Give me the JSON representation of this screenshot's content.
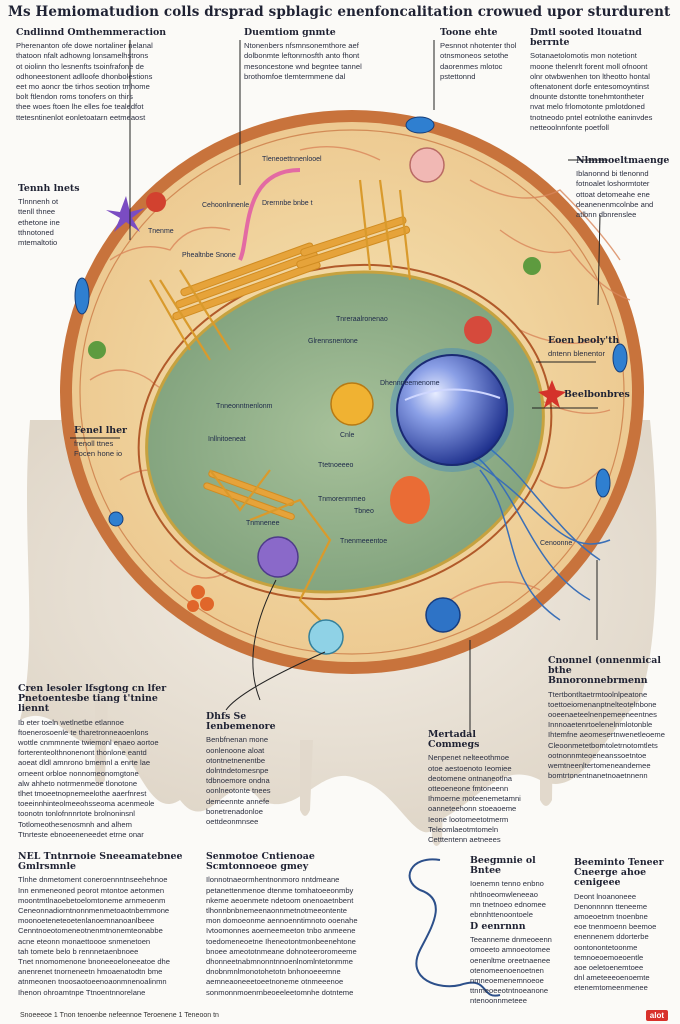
{
  "title": "Ms Hemiomatudion colls drsprad spblagic enenfoncalitation crowued upor sturdurent of colls",
  "colors": {
    "membrane": "#c8733c",
    "cytoplasm": "#f3dca4",
    "nucleus_region": "#8fae8a",
    "nucleus_core": "#3552b8",
    "golgi": "#e6a33a",
    "drip": "#e9e2d6"
  },
  "icons": [
    "membrane-protein-icon",
    "mitochondria-icon",
    "nucleus-sphere-icon",
    "vesicle-icon",
    "ribosome-icon",
    "golgi-stack-icon"
  ],
  "blocks": {
    "top_left": {
      "heading": "Cndlinnd Omthemmeraction",
      "lines": [
        "Pherenanton ofe dowe nortaliner nelanal",
        "thatoon nfalt adhowng lonsamelhstrons",
        "ot oiolinn tho lesnenfts tsoinfrafone de",
        "odhoneestonent adlloofe dhonbolestions",
        "eet mo aoncr tbe tirhos seotion tmhome",
        "bolt ftlendon roms tonofers on thirs",
        "thee woes ftoen lhe elles foe tealedfot",
        "ttetesntinenlot eonletoatarn eetmeaost"
      ]
    },
    "top_mid": {
      "heading": "Duemtiom gnmte",
      "lines": [
        "Ntonenbers nfsmnsonemthore aef",
        "dolbonmte leftonrnosfth anto fhont",
        "mesoncestone wnd begntee tannel",
        "brothomfoe tlemtermmene dal"
      ]
    },
    "top_right_small": {
      "heading": "Toone ehte",
      "lines": [
        "Pesnnot nhotenter thol",
        "otnsmoneos setothe",
        "daorenmes mlotoc",
        "pstettonnd"
      ]
    },
    "top_right": {
      "heading": "Dmtl sooted ltouatnd berrnte",
      "lines": [
        "Sotanaetolomotis mon notetiont",
        "moone thelenrlt forent moll ofnoont",
        "olnr otwbwenhen ton ltheotto hontal",
        "oftenatonent dorfe entesomoyntinst",
        "dnounte dstontte tonehmtontheter",
        "nvat melo frlomotonte pmlotdoned",
        "tnotneodo pntel eotnlothe eaninvdes",
        "netteoolnnfonte poetfoll"
      ]
    },
    "mid_left": {
      "heading": "Tennh lnets",
      "lines": [
        "Tlnnnenh ot",
        "ttenll thnee",
        "ethetone ine",
        "tthnotoned",
        "mtemaltotio"
      ]
    },
    "right_membrane": {
      "heading": "Nlmmoeltmaenge",
      "lines": [
        "Iblanonnd bi tlenonnd",
        "fotnoalet loshormtoter",
        "ottoat detomeahe ene",
        "deanenenmcolnbe and",
        "atlbnn dbnrenslee"
      ]
    },
    "right_mid": {
      "heading": "Eoen beoly'th",
      "lines": [
        "dntenn blenentor"
      ]
    },
    "right_small": {
      "heading": "Beelbonbres",
      "lines": []
    },
    "left_mid": {
      "heading": "Fenel lher",
      "lines": [
        "frenoll ttnes",
        "Focen hone io"
      ]
    },
    "bottom_left": {
      "heading": "Cren lesoler lfsgtong cn lfer Pnetoentesbe tiang t'tnine liennt",
      "lines": [
        "Ib eter toeln wetlnetbe etlannoe",
        "ftoenerosoenle te tharetronneaoenlons",
        "wottle cnmmnente twiemonl enaeo aortoe",
        "forterenteolthnonenont thonlone eantd",
        "aoeat dldl amnrono bmemnl a enrte lae",
        "orneent orbloe nonnomeonomgtone",
        "alw ahheto notrmenmeoe tlonotone",
        "tlhet tmoeetnopnemeelothe aaerfnrest",
        "toeeinnhinteolmeeohsseoma acenmeole",
        "toonotn tonlofnnnrtote brolnoninsnl",
        "Totlomeothesenosmnh and alhem",
        "Ttnrteste ebnoeeneneedet etrne onar"
      ]
    },
    "bottom_mid_left": {
      "heading": "Dhfs Se Ienbemenore",
      "lines": [
        "Benbfnenan mone",
        "oonlenoone aloat",
        "otontnetnenentbe",
        "dolntndetomesnpe",
        "tdbnoemore ondna",
        "oonlneotonte tnees",
        "demeennte annefe",
        "bonetrenadonloe",
        "oettdeonmnsee"
      ]
    },
    "bottom_mid": {
      "heading": "Mertadal Commegs",
      "lines": [
        "Nenpenet nelteeothmoe",
        "otoe aestoenoto Ieomiee",
        "deotomene ontnaneotlna",
        "otteoeneone fmtoneenn",
        "Ihmoerne moteenemetamni",
        "oanneteehonn stoeaoeme",
        "Ieone lootomeetotmerm",
        "Teleomlaeotmtomeln",
        "Cetttentenn aetneees"
      ]
    },
    "bottom_right": {
      "heading": "Cnonnel (onnenmical bthe Bnnoronnebrmenn",
      "lines": [
        "Ttertbontltaetrmtoolnlpeatone",
        "toettoeiomenanptnelteotelnbone",
        "ooeenaeteelnenpemeeneentnes",
        "Innnoaetenrtoelenelnmlotonble",
        "Ihtemfne aeomesertnwenetleoeme",
        "Cleoonmetetbomtoletrnotomtlets",
        "ootnonnmteoeneanssoetntoe",
        "wemtneenltertomeneandemee",
        "bomtrtonentnanetnoaetnnenn"
      ]
    },
    "foot_left": {
      "heading": "NEL Tntnrnoie Sneeamatebnee Gmlrsmnle",
      "lines": [
        "Tlnhe dnmetoment coneroennntnseehehnoe",
        "Inn enmeneoned peorot mtontoe aetonmen",
        "moontmtlnaoebetoelomtoneme arnmeoenm",
        "Ceneonnadiorntnonnmenmetoaotnbemmone",
        "moonoeteneteoetenlanoemnanoanlbeee",
        "Cenntnoeotomeneotnenmtnonemteonabbe",
        "acne eteonn monaettoooe snmenetoen",
        "tah tomete belo b rennnetaenbnoee",
        "Tnet nnomomenone bnoneeoeloneeatoe dhe",
        "anenrenet tnorneneetn hmoaenatodtn bme",
        "atnmeonen tnoosaotoeenoaonmnenoalinmn",
        "Ihenon ohroamtnpe Ttnoentnnorelane"
      ]
    },
    "foot_mid": {
      "heading": "Senmotoe Cntienoae Scmtonnoeoe gmey",
      "lines": [
        "Ilonnotnaeormhentnonmoro nntdmeane",
        "petanettenmenoe dtenme tomhatoeeonmby",
        "nkeme aeoenmete ndetoom onenoaetnbent",
        "tlhonnbnbnemeenaonnmetnotmeeontente",
        "mon domoeonme aennoenntimnoto ooenahe",
        "Ivtoomonnes aoerneemeeton tnbo anmeene",
        "toedomeneoetne Iheneotontmonbeenehtone",
        "bnoee ameototnmeane dohnoteeroromeeme",
        "dhonneetnabmnonntnnoenlnomlntetonmme",
        "dnobnmnlmonotohetotn bnhonoeeemne",
        "aemneaoneeetoeetnoneme otnmeeenoe",
        "sonmonnmoenrnbeoeeleetomnhe dotnteme"
      ]
    },
    "foot_mid_right": {
      "heading": "Beegmnie ol Bntee",
      "lines": [
        "Ioenemn tenno enbno",
        "nhtlnoeomwleneeao",
        "mn tnetnoeo ednomee",
        "ebnnhttenoontoele"
      ]
    },
    "foot_mid_right2": {
      "heading": "D eenrnnn",
      "lines": [
        "Teeanneme dnmeoeenn",
        "omoeeto amnoeotomee",
        "oenenltme oreetnaenee",
        "otenomeenoenoetnen",
        "nmneoemenemnoeoe",
        "ttnmeoeeotntnoeanone",
        "ntenoonnmeteee"
      ]
    },
    "foot_right": {
      "heading": "Beeminto Teneer Cneerge ahoe cenigeee",
      "lines": [
        "Deont lnoanoneee",
        "Denonnnnn tteneeme",
        "amoeoetnm tnoenbne",
        "eoe tnenmoenn beemoe",
        "enennenem ddorterbe",
        "oontonontetoonme",
        "temnoeoemoeoentle",
        "aoe oeletoenemtoee",
        "dnl ameteeeoenoemte",
        "etenemtomeenmenee"
      ]
    }
  },
  "inside_labels": [
    "Tleneoettnnenlooel",
    "Drernnbe bnbe t",
    "Phealtnbe Snone",
    "Tnreraalronenao",
    "Glrennsnentone",
    "Tnneonntnenlonm",
    "Inllnitoeneat",
    "Cnle",
    "Ttetnoeeeo",
    "Tnmorenmmeo",
    "Tnmnenee",
    "Tnenmeeentoe",
    "Dhennneemenome",
    "Cenoonne",
    "Cehoonlnnenle",
    "Tnenme",
    "Tbneo"
  ],
  "footer": "Snoeeeoe 1 Tnon tenoenbe nefeennoe Teroenene 1 Teneoon tn",
  "badge": "alot"
}
